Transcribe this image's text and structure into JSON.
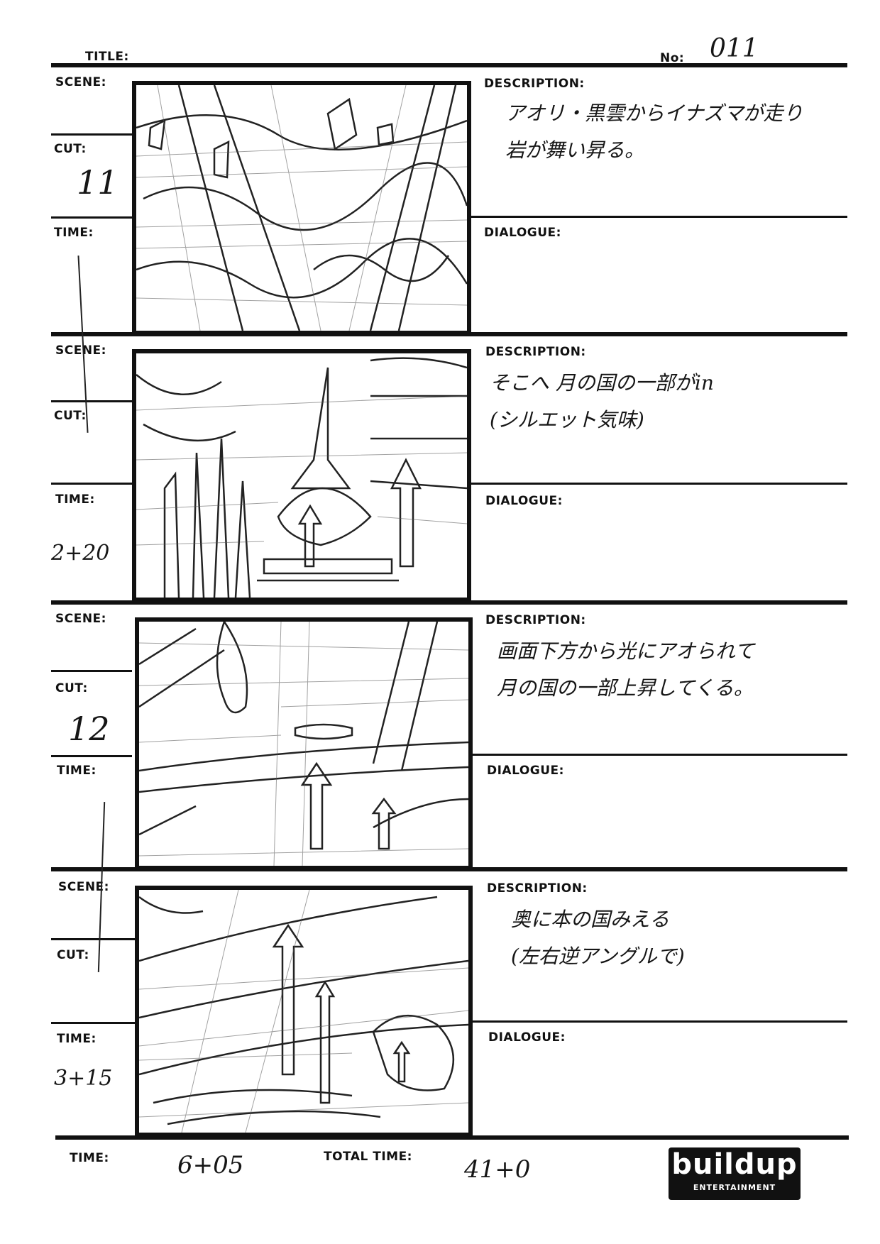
{
  "header": {
    "title_label": "TITLE:",
    "title_value": "",
    "no_label": "No:",
    "no_value": "011"
  },
  "labels": {
    "scene": "SCENE:",
    "cut": "CUT:",
    "time": "TIME:",
    "description": "DESCRIPTION:",
    "dialogue": "DIALOGUE:"
  },
  "panels": [
    {
      "cut": "11",
      "time": "",
      "description": "アオリ・黒雲からイナズマが走り\n岩が舞い昇る。",
      "dialogue": ""
    },
    {
      "cut": "",
      "time": "2+20",
      "description": "そこへ 月の国の一部がin\n(シルエット気味)",
      "dialogue": ""
    },
    {
      "cut": "12",
      "time": "",
      "description": "画面下方から光にアオられて\n月の国の一部上昇してくる。",
      "dialogue": ""
    },
    {
      "cut": "",
      "time": "3+15",
      "description": "奥に本の国みえる\n(左右逆アングルで)",
      "dialogue": ""
    }
  ],
  "footer": {
    "time_label": "TIME:",
    "time_value": "6+05",
    "total_label": "TOTAL TIME:",
    "total_value": "41+0"
  },
  "logo": {
    "word": "buildup",
    "sub": "ENTERTAINMENT"
  }
}
